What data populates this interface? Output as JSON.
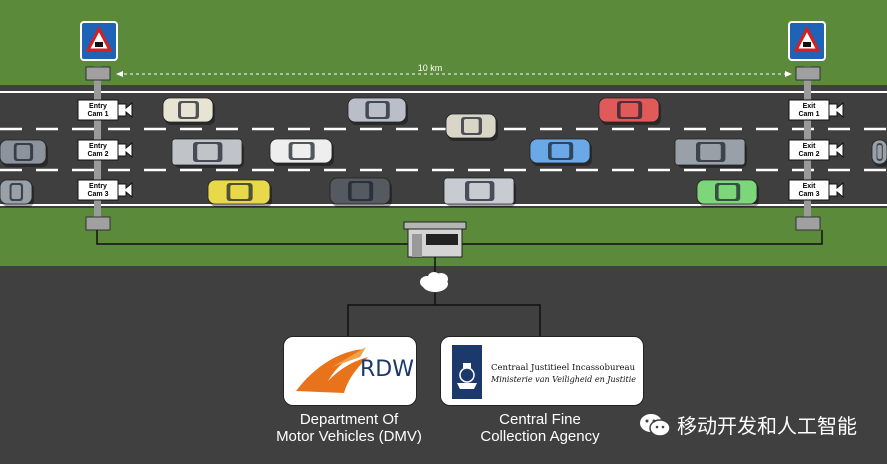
{
  "distance_label": "10 km",
  "entry_cams": [
    "Entry\nCam 1",
    "Entry\nCam 2",
    "Entry\nCam 3"
  ],
  "exit_cams": [
    "Exit\nCam 1",
    "Exit\nCam 2",
    "Exit\nCam 3"
  ],
  "rdw": {
    "logo_text": "RDW",
    "caption_line1": "Department Of",
    "caption_line2": "Motor Vehicles (DMV)"
  },
  "cjib": {
    "logo_line1": "Centraal Justitieel Incassobureau",
    "logo_line2": "Ministerie van Veiligheid en Justitie",
    "caption_line1": "Central Fine",
    "caption_line2": "Collection Agency"
  },
  "watermark": "移动开发和人工智能",
  "colors": {
    "grass": "#5a8a3a",
    "road": "#3f3f3f",
    "sign_blue": "#1e63b5",
    "sign_red": "#d42020",
    "rdw_orange": "#e8731a",
    "cjib_navy": "#1b3a6b"
  },
  "cars": [
    {
      "color": "#e8e4d4",
      "type": "car"
    },
    {
      "color": "#b9bec8",
      "type": "car"
    },
    {
      "color": "#d9d6c8",
      "type": "car"
    },
    {
      "color": "#e05a5a",
      "type": "car"
    },
    {
      "color": "#8d939c",
      "type": "car"
    },
    {
      "color": "#c0c4c9",
      "type": "van"
    },
    {
      "color": "#eeeeee",
      "type": "car"
    },
    {
      "color": "#6aa8e8",
      "type": "car"
    },
    {
      "color": "#9aa0a8",
      "type": "van"
    },
    {
      "color": "#9aa0a8",
      "type": "car"
    },
    {
      "color": "#9aa0a8",
      "type": "car"
    },
    {
      "color": "#e8d94a",
      "type": "car"
    },
    {
      "color": "#555a60",
      "type": "car"
    },
    {
      "color": "#c8ccd2",
      "type": "van"
    },
    {
      "color": "#7dd67a",
      "type": "car"
    }
  ]
}
